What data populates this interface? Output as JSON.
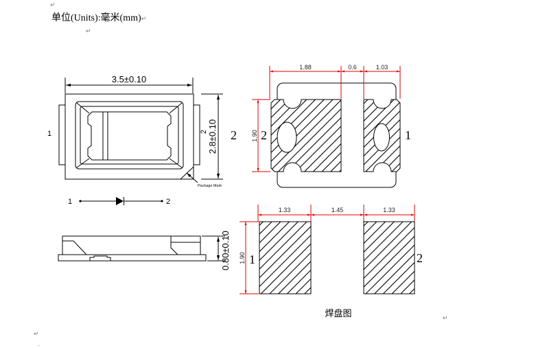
{
  "header": {
    "units_label": "单位(Units):毫米(mm)",
    "paragraph_mark": "↵"
  },
  "paragraph_marks": {
    "top": "↵",
    "below_header": "↵",
    "bottom_right": "↵",
    "bottom_left": "↵",
    "bottom_dot": "."
  },
  "top_view": {
    "length_dim": "3.5±0.10",
    "width_dim": "2.8±0.10",
    "pin_left": "1",
    "pin_right": "2",
    "package_mark": "Package Mark"
  },
  "polarity_symbol": {
    "pin_left": "1",
    "pin_right": "2"
  },
  "side_view": {
    "height_dim": "0.80±0.10"
  },
  "pad_layout": {
    "widths": [
      "1.88",
      "0.6",
      "1.03"
    ],
    "height": "1.90",
    "pin_left_outer": "2",
    "pin_left_inner": "2",
    "pin_right": "1"
  },
  "solder_pads": {
    "widths": [
      "1.33",
      "1.45",
      "1.33"
    ],
    "height": "1.90",
    "pin_left": "1",
    "pin_right": "2",
    "caption": "焊盘图"
  },
  "colors": {
    "dimension_lines": "#e00000",
    "outline": "#000000",
    "dimension_text": "#222222"
  }
}
